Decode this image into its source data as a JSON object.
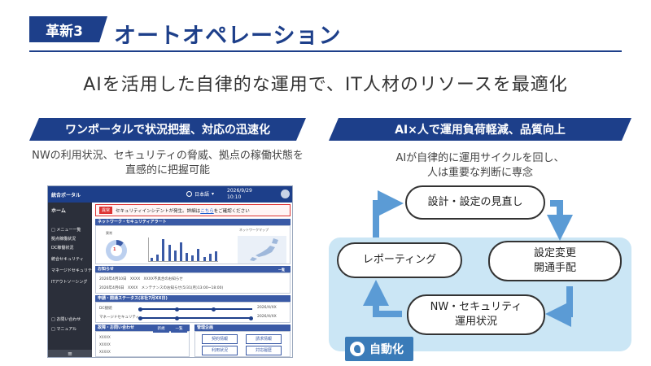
{
  "header": {
    "badge": "革新3",
    "title": "オートオペレーション",
    "subtitle": "AIを活用した自律的な運用で、IT人材のリソースを最適化"
  },
  "left": {
    "banner": "ワンポータルで状況把握、対応の迅速化",
    "desc_line1": "NWの利用状況、セキュリティの脅威、拠点の稼働状態を",
    "desc_line2": "直感的に把握可能",
    "portal": {
      "title": "統合ポータル",
      "lang": "日本語",
      "date": "2026/9/29",
      "time": "10:10",
      "sidebar": {
        "home": "ホーム",
        "menu": "メニュー一覧",
        "items": [
          "拠点稼働状況",
          "DC稼働状況",
          "統合セキュリティ",
          "マネージドセキュリティ",
          "ITアウトソーシング"
        ],
        "inquiry": "お問い合わせ",
        "manual": "マニュアル",
        "bottom": "≡"
      },
      "alert": {
        "tag": "異常",
        "text": "セキュリティインシデントが発生。詳細は",
        "link": "こちら",
        "suffix": "をご確認ください"
      },
      "network_alert": {
        "title": "ネットワーク・セキュリティアラート",
        "donut_value": "1",
        "donut_label": "異常",
        "bar_values": [
          5,
          9,
          30,
          22,
          14,
          26,
          11,
          8,
          17,
          6,
          10,
          13
        ],
        "map_label": "ネットワークマップ"
      },
      "news": {
        "title": "お知らせ",
        "more": "一覧",
        "rows": [
          {
            "date": "2026年4月10日",
            "service": "XXXX",
            "text": "XXXX不具合のお知らせ"
          },
          {
            "date": "2026年4月6日",
            "service": "XXXX",
            "text": "メンテナンスのお知らせ(5/31(月)13:00~18:00)"
          }
        ]
      },
      "status": {
        "title": "申請・開通ステータス(本社7月XX日)",
        "rows": [
          {
            "label": "DC接続",
            "date": "2026/X/XX"
          },
          {
            "label": "マネージドセキュリティ",
            "date": "2026/X/XX"
          }
        ]
      },
      "inquiry_box": {
        "title": "故障・お問い合わせ",
        "btn1": "新規",
        "btn2": "一覧",
        "rows": [
          "XXXXX",
          "XXXXX",
          "XXXXX"
        ]
      },
      "mgmt": {
        "title": "管理企画",
        "buttons": [
          "契約情報",
          "請求情報",
          "利用状況",
          "対応履歴"
        ]
      }
    }
  },
  "right": {
    "banner": "AI×人で運用負荷軽減、品質向上",
    "desc_line1": "AIが自律的に運用サイクルを回し、",
    "desc_line2": "人は重要な判断に専念",
    "cycle": {
      "top": "設計・設定の見直し",
      "right_line1": "設定変更",
      "right_line2": "開通手配",
      "bottom_line1": "NW・セキュリティ",
      "bottom_line2": "運用状況",
      "left": "レポーティング"
    },
    "auto_label": "自動化"
  },
  "colors": {
    "brand": "#1d3f8a",
    "cycle_arrow": "#5b9bd5",
    "auto_bg": "#cbe6f5",
    "alert": "#dd3333"
  }
}
